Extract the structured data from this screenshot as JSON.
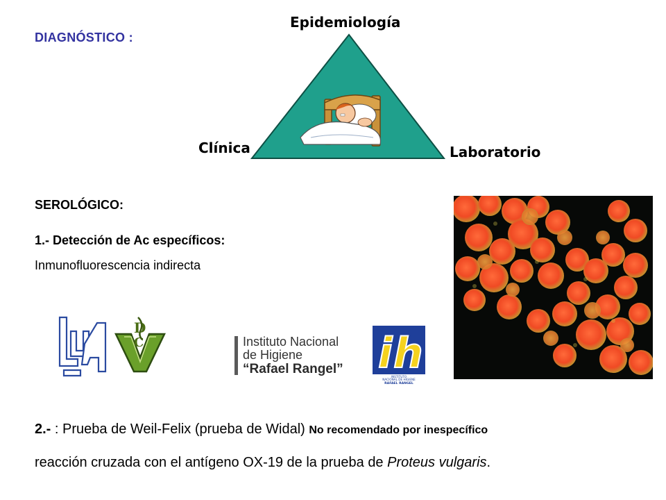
{
  "title": "DIAGNÓSTICO :",
  "triangle": {
    "top_label": "Epidemiología",
    "left_label": "Clínica",
    "right_label": "Laboratorio",
    "fill_color": "#1fa08c"
  },
  "serologico": {
    "heading": "SEROLÓGICO:",
    "item1_title": "1.- Detección de Ac específicos:",
    "item1_method": "Inmunofluorescencia indirecta"
  },
  "logos": {
    "institute_line1": "Instituto Nacional",
    "institute_line2": "de Higiene",
    "institute_line3": "“Rafael Rangel”",
    "inh_small_line1": "INSTITUTO",
    "inh_small_line2": "NACIONAL DE HIGIENE",
    "inh_small_line3": "RAFAEL RANGEL"
  },
  "item2": {
    "number": "2.- ",
    "text": ": Prueba de Weil-Felix (prueba de Widal) ",
    "note": "No recomendado por  inespecífico",
    "line2_text": "reacción cruzada con el antígeno OX-19 de la prueba de ",
    "line2_italic": "Proteus vulgaris",
    "line2_end": "."
  }
}
